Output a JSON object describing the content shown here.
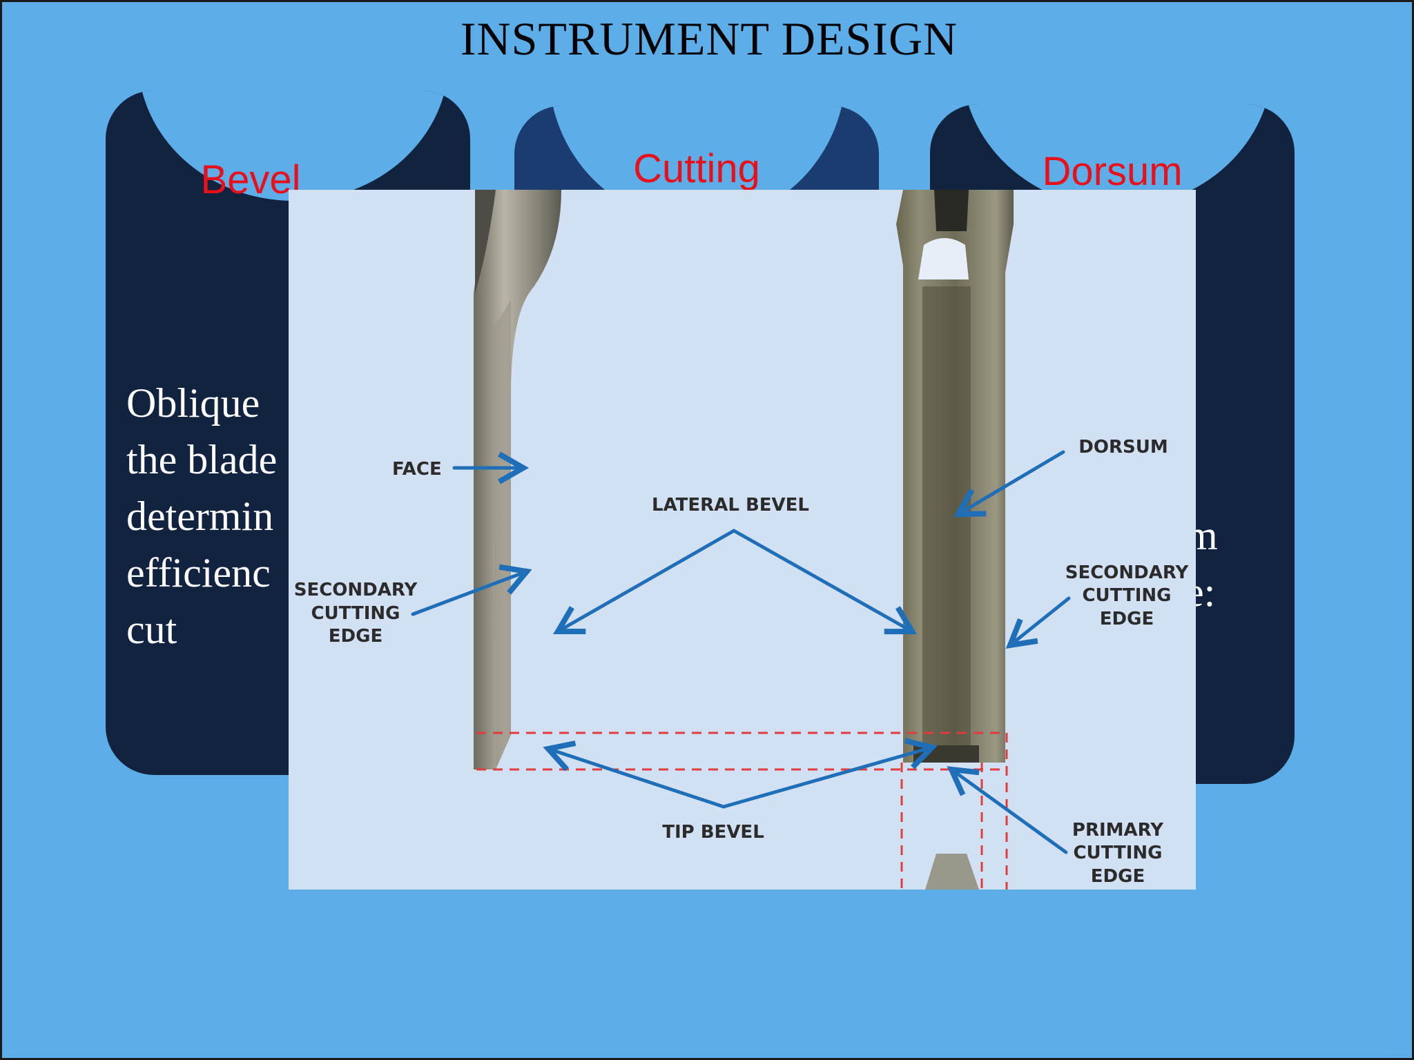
{
  "slide": {
    "title": "INSTRUMENT DESIGN"
  },
  "cards": [
    {
      "heading": "Bevel",
      "body": "Oblique\nthe blade\ndetermin\nefficienc\ncut"
    },
    {
      "heading": "Cutting",
      "body": ""
    },
    {
      "heading": "Dorsum",
      "body": "s\nat\num\nde:"
    }
  ],
  "diagram": {
    "labels": {
      "face": "FACE",
      "lateral_bevel": "LATERAL BEVEL",
      "dorsum": "DORSUM",
      "secondary_left": [
        "SECONDARY",
        "CUTTING",
        "EDGE"
      ],
      "secondary_right": [
        "SECONDARY",
        "CUTTING",
        "EDGE"
      ],
      "tip_bevel": "TIP BEVEL",
      "primary": [
        "PRIMARY",
        "CUTTING",
        "EDGE"
      ]
    },
    "colors": {
      "arrow": "#1f6fb8",
      "guide": "#e23b3b",
      "background": "#d2e0f3"
    }
  }
}
